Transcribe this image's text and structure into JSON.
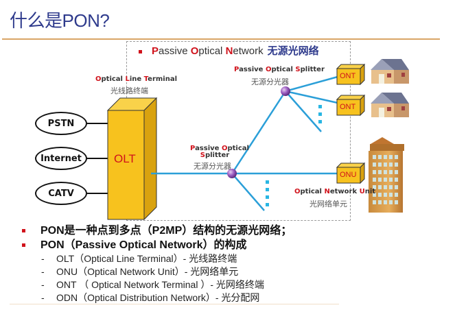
{
  "title": "什么是PON?",
  "heading": {
    "bullet": "▪",
    "p_letter": "P",
    "p_rest": "assive ",
    "o_letter": "O",
    "o_rest": "ptical ",
    "n_letter": "N",
    "n_rest": "etwork",
    "chinese": "无源光网络"
  },
  "diagram": {
    "sources": [
      "PSTN",
      "Internet",
      "CATV"
    ],
    "olt": {
      "box_label": "OLT",
      "en_parts": [
        {
          "r": "O",
          "t": "ptical "
        },
        {
          "r": "L",
          "t": "ine "
        },
        {
          "r": "T",
          "t": "erminal"
        }
      ],
      "cn": "光线路终端"
    },
    "splitter_main": {
      "en_line1_parts": [
        {
          "r": "P",
          "t": "assive "
        },
        {
          "r": "O",
          "t": "ptical"
        }
      ],
      "en_line2_parts": [
        {
          "r": "S",
          "t": "plitter"
        }
      ],
      "cn": "无源分光器"
    },
    "splitter_top": {
      "en_parts": [
        {
          "r": "P",
          "t": "assive "
        },
        {
          "r": "O",
          "t": "ptical "
        },
        {
          "r": "S",
          "t": "plitter"
        }
      ],
      "cn": "无源分光器"
    },
    "ont1_label": "ONT",
    "ont2_label": "ONT",
    "onu": {
      "box_label": "ONU",
      "en_parts": [
        {
          "r": "O",
          "t": "ptical "
        },
        {
          "r": "N",
          "t": "etwork "
        },
        {
          "r": "U",
          "t": "nit"
        }
      ],
      "cn": "光网络单元"
    },
    "colors": {
      "fiber": "#2b9fd8",
      "box_fill": "#f7c21e",
      "box_side": "#d9a20f",
      "splitter": "#8a4fb0",
      "accent_red": "#d0121b",
      "title_blue": "#2e3a8c"
    }
  },
  "bullets": [
    "PON是一种点到多点（P2MP）结构的无源光网络；",
    "PON（Passive Optical Network）的构成"
  ],
  "sub_items": [
    "OLT（Optical Line Terminal）- 光线路终端",
    "ONU（Optical Network Unit）- 光网络单元",
    "ONT （ Optical Network Terminal ）- 光网络终端",
    "ODN（Optical Distribution Network）- 光分配网"
  ],
  "sub_dash": "-"
}
